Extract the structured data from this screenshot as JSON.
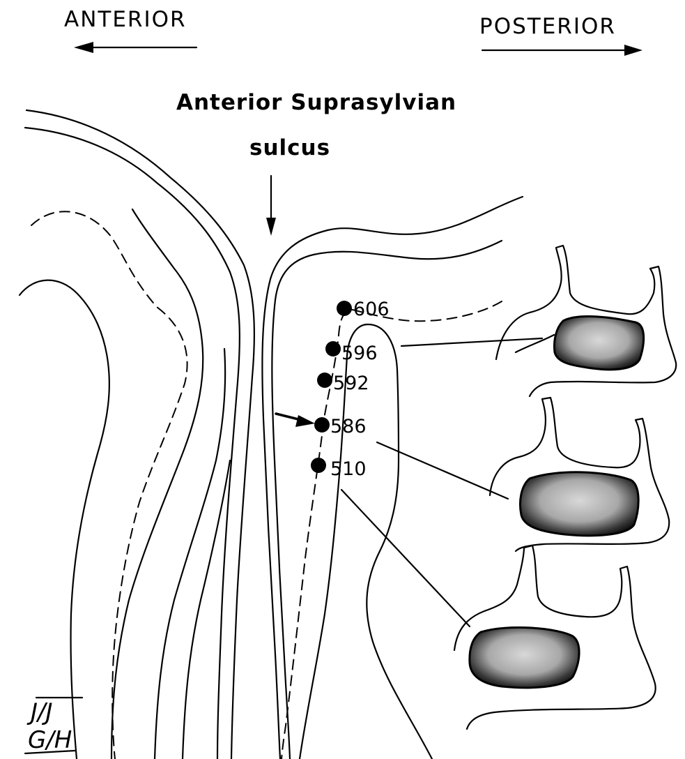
{
  "directions": {
    "anterior": "ANTERIOR",
    "posterior": "POSTERIOR"
  },
  "sulcus_label": {
    "line1": "Anterior Suprasylvian",
    "line2": "sulcus"
  },
  "recording_sites": [
    {
      "label": "606"
    },
    {
      "label": "596"
    },
    {
      "label": "592"
    },
    {
      "label": "586"
    },
    {
      "label": "510"
    }
  ],
  "initials": {
    "line1": "J/J",
    "line2": "G/H"
  },
  "colors": {
    "ink": "#000000",
    "background": "#ffffff",
    "receptive_field_fill": "#9a9a9a"
  }
}
